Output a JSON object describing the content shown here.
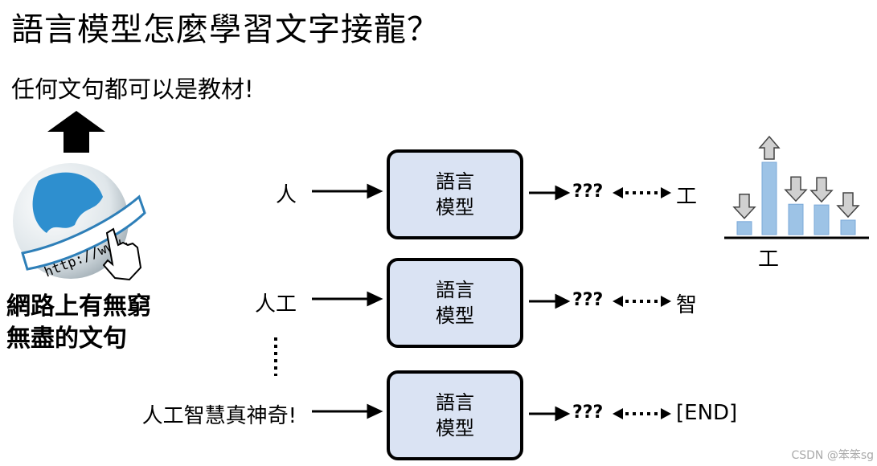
{
  "title": "語言模型怎麼學習文字接龍？",
  "subtitle": "任何文句都可以是教材!",
  "caption": {
    "line1": "網路上有無窮",
    "line2": "無盡的文句"
  },
  "globe_banner": "http://www.",
  "model": {
    "line1": "語言",
    "line2": "模型"
  },
  "rows": [
    {
      "input": "人",
      "output": "???",
      "target": "工"
    },
    {
      "input": "人工",
      "output": "???",
      "target": "智"
    },
    {
      "input": "人工智慧真神奇!",
      "output": "???",
      "target": "[END]"
    }
  ],
  "distribution": {
    "label": "工",
    "values": [
      0.18,
      1.0,
      0.42,
      0.41,
      0.2
    ],
    "adjust": [
      "down",
      "up",
      "down",
      "down",
      "down"
    ],
    "bar_color": "#9dc3e6",
    "arrow_color": "#d0d0d0"
  },
  "watermark": "CSDN @笨笨sg"
}
